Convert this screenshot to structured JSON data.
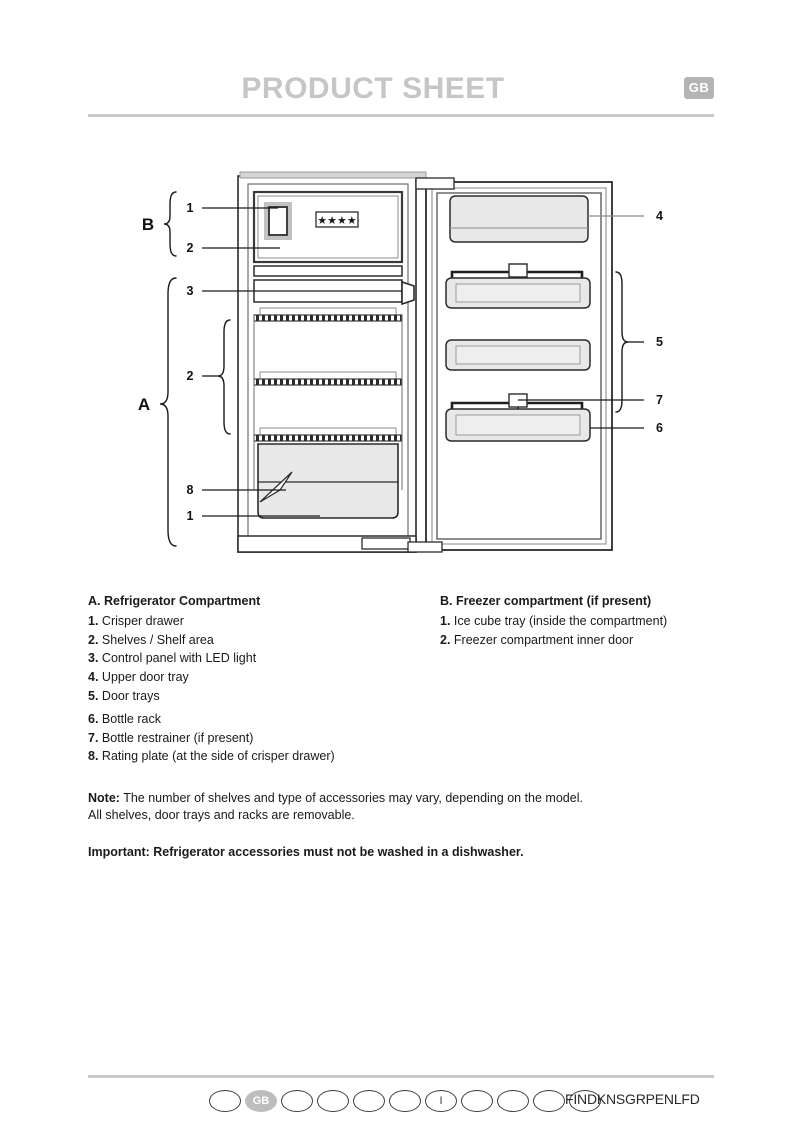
{
  "header": {
    "title": "PRODUCT SHEET",
    "badge": "GB",
    "badge_color": "#b4b4b4",
    "title_color": "#c6c6c6"
  },
  "diagram": {
    "name": "refrigerator-cutaway-diagram",
    "star_rating": "★★★★",
    "bracket_labels": {
      "freezer": "B",
      "refrigerator": "A"
    },
    "callouts_left": [
      "1",
      "2",
      "3",
      "2",
      "8",
      "1"
    ],
    "callouts_right": [
      "4",
      "5",
      "7",
      "6"
    ]
  },
  "legend": {
    "column_a": {
      "heading": "A. Refrigerator Compartment",
      "items": [
        {
          "num": "1.",
          "label": "Crisper drawer"
        },
        {
          "num": "2.",
          "label": "Shelves / Shelf area"
        },
        {
          "num": "3.",
          "label": "Control panel with LED light"
        },
        {
          "num": "4.",
          "label": "Upper door tray"
        },
        {
          "num": "5.",
          "label": "Door trays"
        },
        {
          "num": "6.",
          "label": "Bottle rack"
        },
        {
          "num": "7.",
          "label": "Bottle restrainer (if present)"
        },
        {
          "num": "8.",
          "label": "Rating plate (at the side of crisper drawer)"
        }
      ]
    },
    "column_b": {
      "heading": "B. Freezer compartment (if present)",
      "items": [
        {
          "num": "1.",
          "label": "Ice cube tray (inside the compartment)"
        },
        {
          "num": "2.",
          "label": "Freezer compartment inner door"
        }
      ]
    }
  },
  "notes": {
    "note_lead": "Note:",
    "note_line1": " The number of shelves and type of accessories may vary, depending on the model.",
    "note_line2": "All shelves, door trays and racks are removable.",
    "important": "Important: Refrigerator accessories must not be washed in a dishwasher."
  },
  "footer": {
    "ellipses": [
      "",
      "GB",
      "",
      "",
      "",
      "",
      "I",
      "",
      "",
      "",
      ""
    ],
    "filled_index": 1,
    "codes": "FINDKNSGRPENLFD"
  }
}
